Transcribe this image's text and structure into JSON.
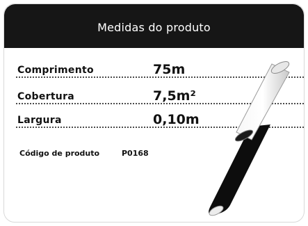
{
  "header": {
    "title": "Medidas do produto"
  },
  "measurements": [
    {
      "label": "Comprimento",
      "value": "75m"
    },
    {
      "label": "Cobertura",
      "value": "7,5m²"
    },
    {
      "label": "Largura",
      "value": "0,10m"
    }
  ],
  "product_code": {
    "label": "Código de produto",
    "value": "P0168"
  },
  "illustration": {
    "icon": "tape-roll-icon"
  },
  "colors": {
    "header_bg": "#161616",
    "header_text": "#ffffff",
    "text": "#111111"
  }
}
